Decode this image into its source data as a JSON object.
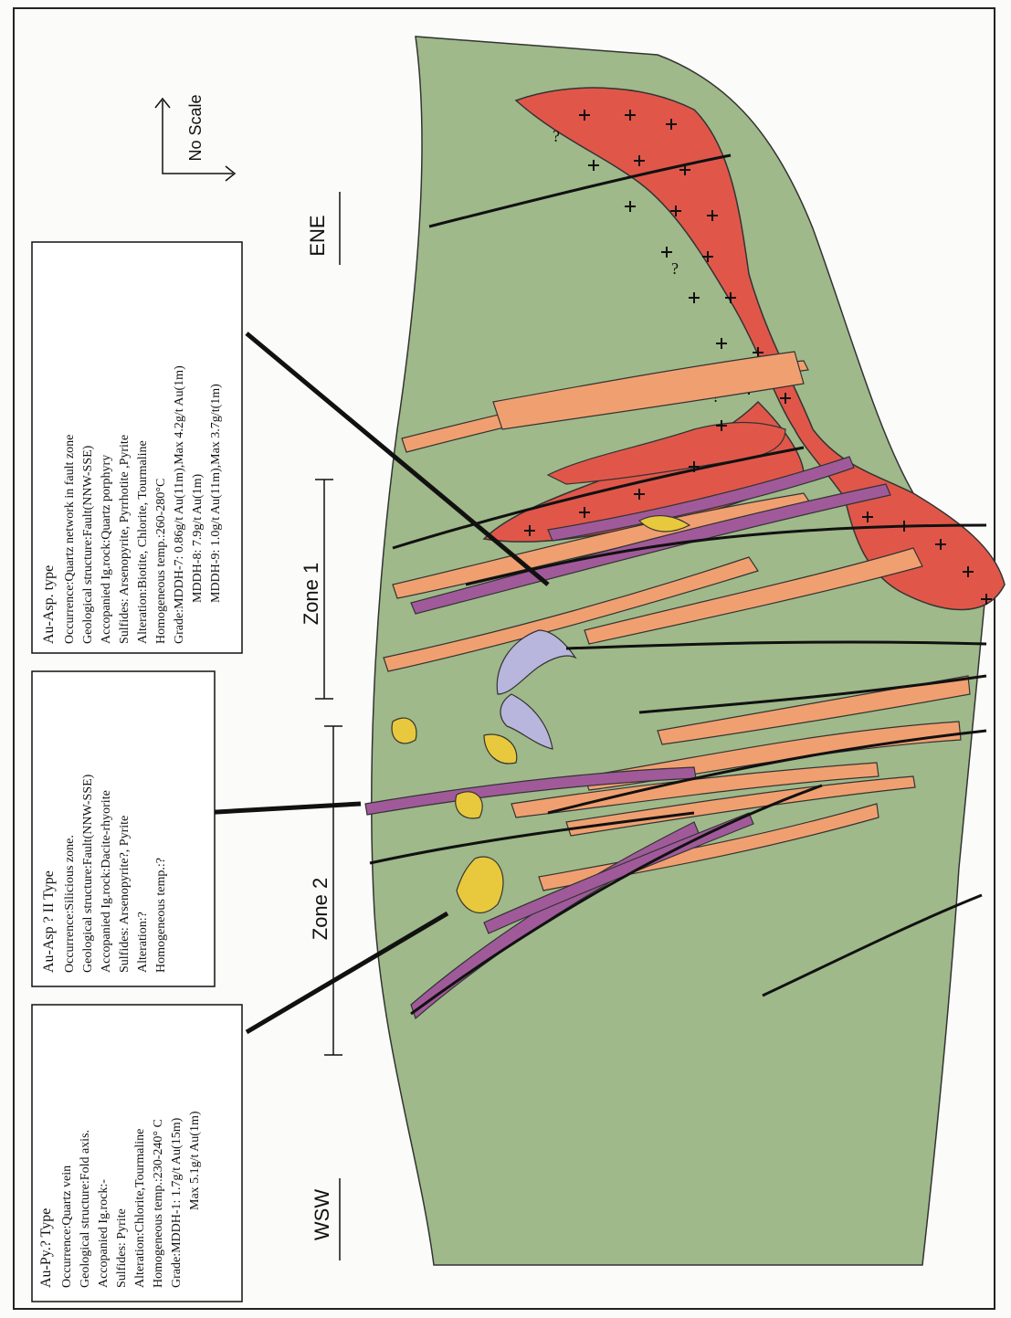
{
  "directions": {
    "left": "WSW",
    "right": "ENE",
    "scale": "No Scale"
  },
  "zones": [
    {
      "label": "Zone 2"
    },
    {
      "label": "Zone 1"
    }
  ],
  "boxes": [
    {
      "id": "au-py",
      "title": "Au-Py.? Type",
      "lines": [
        "Occurrence:Quartz vein",
        "Geological structure:Fold axis.",
        "Accopanied Ig.rock:-",
        "Sulfides: Pyrite",
        "Alteration:Chlorite,Tourmaline",
        "Homogeneous temp.:230-240° C",
        "Grade:MDDH-1:  1.7g/t Au(15m)",
        "Max  5.1g/t Au(1m)"
      ]
    },
    {
      "id": "au-asp2",
      "title": "Au-Asp ? II Type",
      "lines": [
        "Occurrence:Silicious zone.",
        "Geological structure:Fault(NNW-SSE)",
        "Accopanied Ig.rock:Dacite-rhyorite",
        "Sulfides: Arsenopyrite?, Pyrite",
        "Alteration:?",
        "Homogeneous temp.:?"
      ]
    },
    {
      "id": "au-asp",
      "title": "Au-Asp. type",
      "lines": [
        "Occurrence:Quartz network in fault zone",
        "Geological structure:Fault(NNW-SSE)",
        "Accopanied Ig.rock:Quartz porphyry",
        "Sulfides: Arsenopyrite, Pyrrhotite ,Pyrite",
        "Alteration:Biotite, Chlorite, Tourmaline",
        "Homogeneous temp.:260-280°C",
        "Grade:MDDH-7:  0.86g/t Au(11m),Max  4.2g/t Au(1m)",
        "MDDH-8:  7.9g/t Au(1m)",
        "MDDH-9:  1.0g/t Au(11m),Max  3.7g/t(1m)"
      ]
    }
  ],
  "colors": {
    "host_rock": "#9fb98a",
    "granite": "#e0574a",
    "dike_orange": "#f0a070",
    "dike_purple": "#a05a9a",
    "quartz_yellow": "#e8c83c",
    "lavender": "#b8b6dc"
  }
}
